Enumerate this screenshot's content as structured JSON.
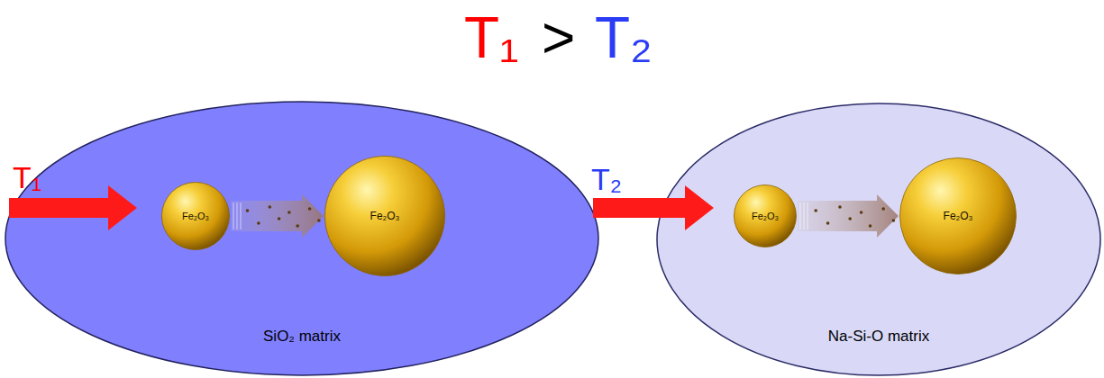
{
  "diagram": {
    "nodes": [
      {
        "text": [
          "SiO₂ matrix"
        ]
      },
      {
        "text": [
          "Fe₂O₃"
        ],
        "in": 0
      },
      {
        "text": [
          "Fe₂O₃"
        ],
        "in": 0
      },
      {
        "text": [
          "Na-Si-O matrix"
        ]
      },
      {
        "text": [
          "Fe₂O₃"
        ],
        "in": 3
      },
      {
        "text": [
          "Fe₂O₃"
        ],
        "in": 3
      }
    ],
    "edges": [
      {
        "from": 1,
        "to": 2,
        "arrow": "to"
      },
      {
        "from": 4,
        "to": 5,
        "arrow": "to"
      }
    ],
    "labels": [
      "T₁",
      ">",
      "T₂",
      "T₁",
      "T₂"
    ]
  }
}
